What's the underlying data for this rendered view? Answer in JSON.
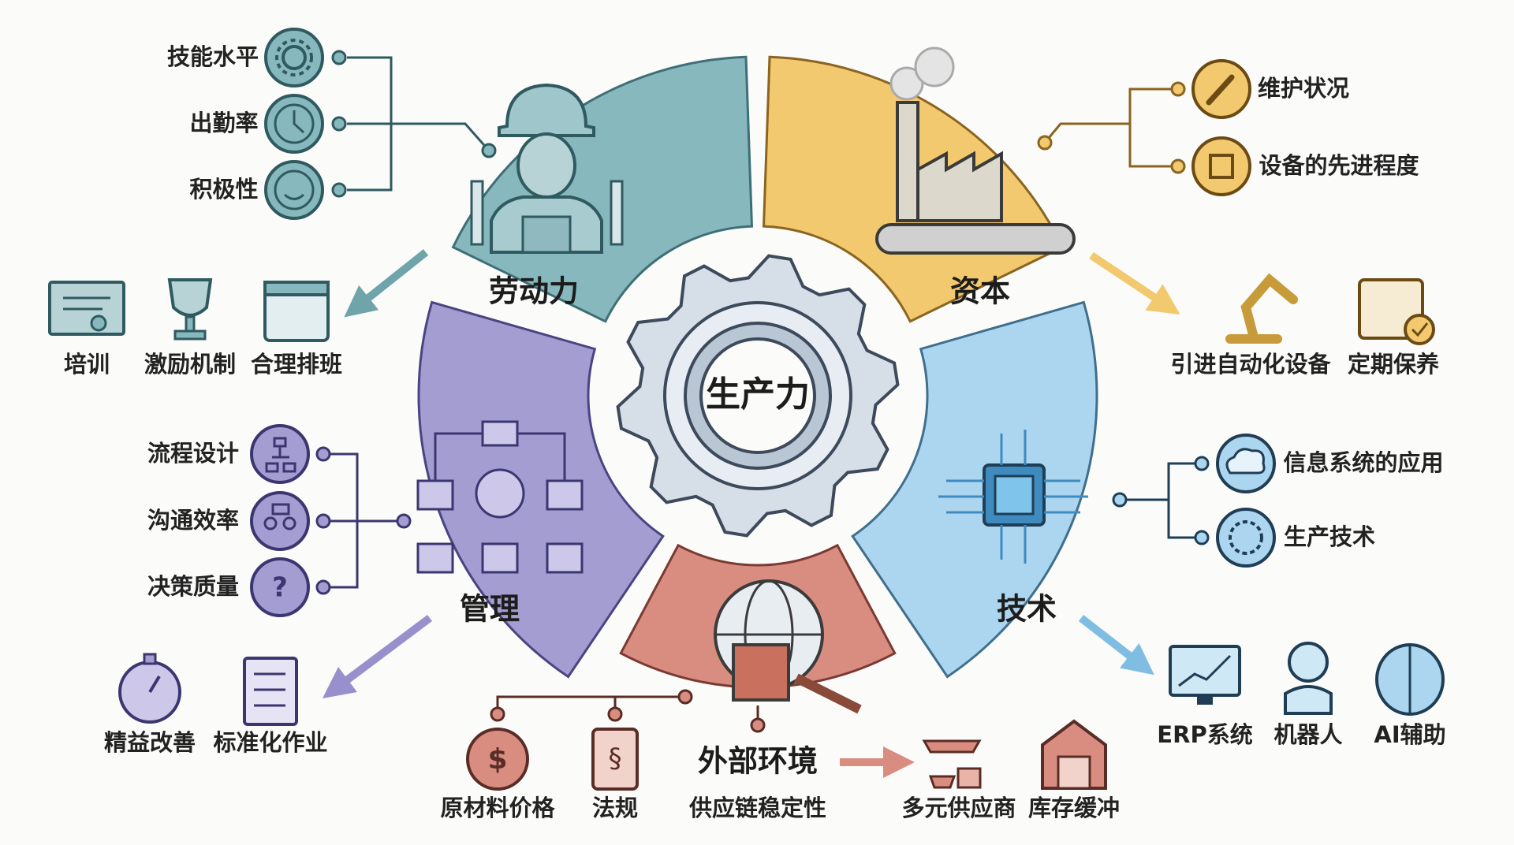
{
  "center": {
    "title": "生产力"
  },
  "colors": {
    "labor": "#86b8bd",
    "labor_dark": "#3f6f76",
    "capital": "#f2c96e",
    "capital_dark": "#8a6420",
    "technology": "#acd6ef",
    "technology_dark": "#3f6f8c",
    "external": "#d98d80",
    "external_dark": "#7a3a32",
    "management": "#a49dd2",
    "management_dark": "#4a4482",
    "gear": "#cfd8e2"
  },
  "labor": {
    "title": "劳动力",
    "factors": [
      {
        "label": "技能水平",
        "icon": "gear-icon"
      },
      {
        "label": "出勤率",
        "icon": "clock-icon"
      },
      {
        "label": "积极性",
        "icon": "smile-icon"
      }
    ],
    "measures": [
      {
        "label": "培训",
        "icon": "certificate-icon"
      },
      {
        "label": "激励机制",
        "icon": "trophy-icon"
      },
      {
        "label": "合理排班",
        "icon": "calendar-icon"
      }
    ]
  },
  "capital": {
    "title": "资本",
    "factors": [
      {
        "label": "维护状况",
        "icon": "wrench-icon"
      },
      {
        "label": "设备的先进程度",
        "icon": "chip-icon"
      }
    ],
    "measures": [
      {
        "label": "引进自动化设备",
        "icon": "robot-arm-icon"
      },
      {
        "label": "定期保养",
        "icon": "calendar-check-icon"
      }
    ]
  },
  "technology": {
    "title": "技术",
    "factors": [
      {
        "label": "信息系统的应用",
        "icon": "cloud-icon"
      },
      {
        "label": "生产技术",
        "icon": "gear-circuit-icon"
      }
    ],
    "measures": [
      {
        "label": "ERP系统",
        "icon": "monitor-chart-icon"
      },
      {
        "label": "机器人",
        "icon": "robot-icon"
      },
      {
        "label": "AI辅助",
        "icon": "brain-icon"
      }
    ]
  },
  "management": {
    "title": "管理",
    "factors": [
      {
        "label": "流程设计",
        "icon": "flowchart-icon"
      },
      {
        "label": "沟通效率",
        "icon": "team-chat-icon"
      },
      {
        "label": "决策质量",
        "icon": "question-icon"
      }
    ],
    "measures": [
      {
        "label": "精益改善",
        "icon": "stopwatch-icon"
      },
      {
        "label": "标准化作业",
        "icon": "checklist-icon"
      }
    ]
  },
  "external": {
    "title": "外部环境",
    "factors": [
      {
        "label": "原材料价格",
        "icon": "coin-icon"
      },
      {
        "label": "法规",
        "icon": "scroll-icon"
      },
      {
        "label": "供应链稳定性",
        "icon": "globe-container-icon"
      }
    ],
    "measures": [
      {
        "label": "多元供应商",
        "icon": "ships-icon"
      },
      {
        "label": "库存缓冲",
        "icon": "warehouse-icon"
      }
    ]
  }
}
